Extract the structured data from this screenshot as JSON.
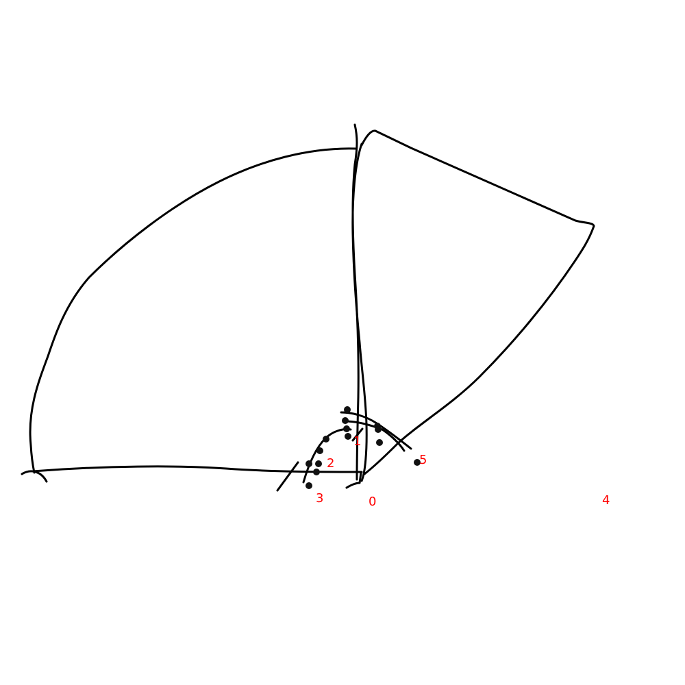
{
  "diagram": {
    "background_color": "#ffffff",
    "stroke_color": "#000000",
    "label_color": "#ff0000",
    "point_labels": [
      {
        "id": "0",
        "text": "0"
      },
      {
        "id": "1",
        "text": "1"
      },
      {
        "id": "2",
        "text": "2"
      },
      {
        "id": "3",
        "text": "3"
      },
      {
        "id": "4",
        "text": "4"
      },
      {
        "id": "5",
        "text": "5"
      }
    ]
  }
}
